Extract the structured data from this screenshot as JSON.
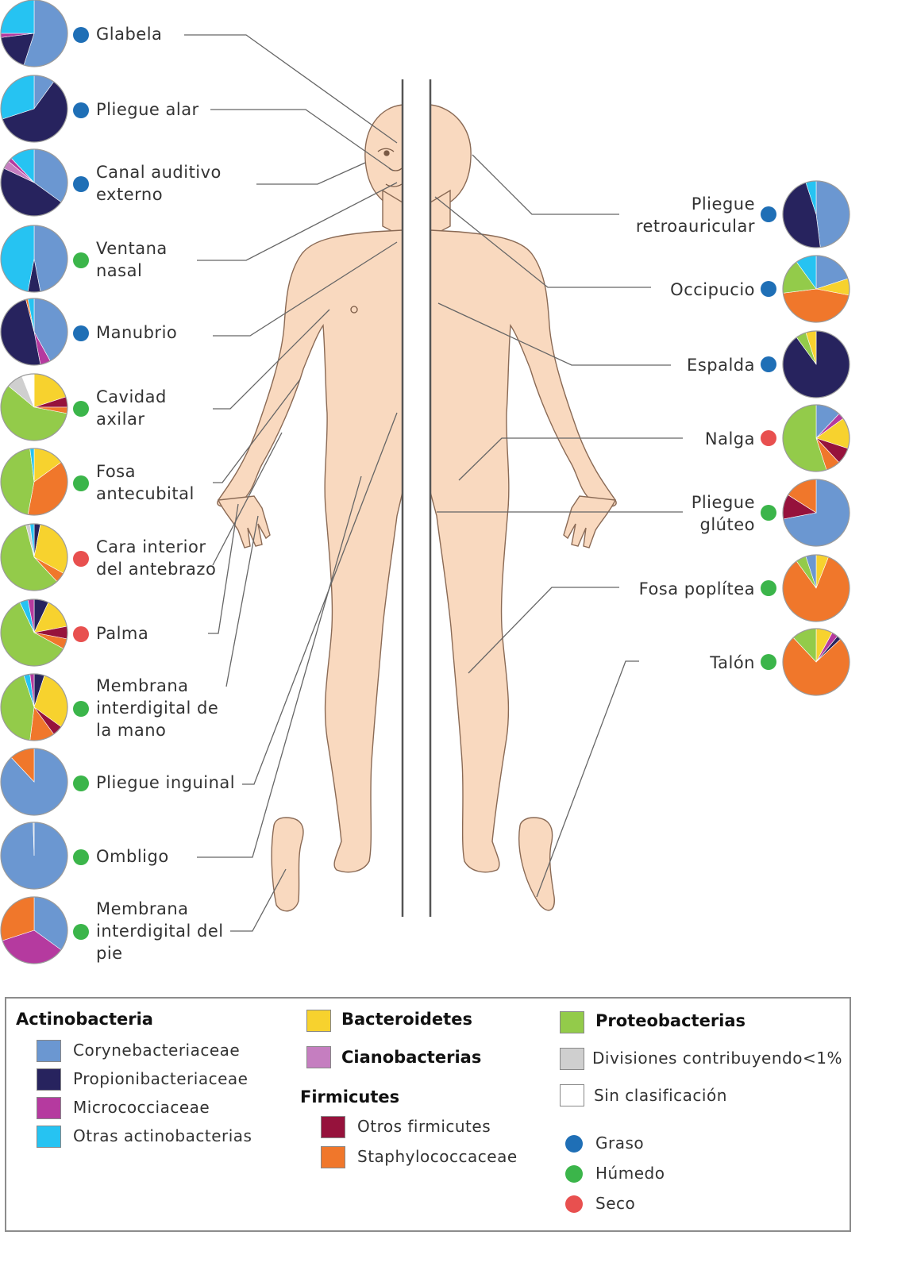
{
  "palette": {
    "corynebacteriaceae": "#6b97d1",
    "propionibacteriaceae": "#27235e",
    "micrococciaceae": "#b53a9f",
    "otras_actinobacterias": "#26c3f2",
    "bacteroidetes": "#f7d22e",
    "cianobacterias": "#c57ec0",
    "otros_firmicutes": "#96123c",
    "staphylococcaceae": "#f0772b",
    "proteobacterias": "#93cb4a",
    "divisiones_menores": "#cfcfcf",
    "sin_clasificacion": "#ffffff",
    "graso": "#1f6fb6",
    "humedo": "#3bb54a",
    "seco": "#e8504f"
  },
  "sites_left": [
    {
      "label": "Glabela",
      "type": "graso",
      "pie": [
        [
          "corynebacteriaceae",
          0.55
        ],
        [
          "propionibacteriaceae",
          0.18
        ],
        [
          "micrococciaceae",
          0.02
        ],
        [
          "otras_actinobacterias",
          0.25
        ]
      ]
    },
    {
      "label": "Pliegue alar",
      "type": "graso",
      "pie": [
        [
          "corynebacteriaceae",
          0.1
        ],
        [
          "propionibacteriaceae",
          0.6
        ],
        [
          "otras_actinobacterias",
          0.3
        ]
      ]
    },
    {
      "label": "Canal auditivo\nexterno",
      "type": "graso",
      "pie": [
        [
          "corynebacteriaceae",
          0.35
        ],
        [
          "propionibacteriaceae",
          0.47
        ],
        [
          "cianobacterias",
          0.04
        ],
        [
          "micrococciaceae",
          0.02
        ],
        [
          "otras_actinobacterias",
          0.12
        ]
      ]
    },
    {
      "label": "Ventana\nnasal",
      "type": "humedo",
      "pie": [
        [
          "corynebacteriaceae",
          0.47
        ],
        [
          "propionibacteriaceae",
          0.06
        ],
        [
          "otras_actinobacterias",
          0.47
        ]
      ]
    },
    {
      "label": "Manubrio",
      "type": "graso",
      "pie": [
        [
          "corynebacteriaceae",
          0.42
        ],
        [
          "micrococciaceae",
          0.05
        ],
        [
          "propionibacteriaceae",
          0.49
        ],
        [
          "staphylococcaceae",
          0.01
        ],
        [
          "otras_actinobacterias",
          0.03
        ]
      ]
    },
    {
      "label": "Cavidad\naxilar",
      "type": "humedo",
      "pie": [
        [
          "bacteroidetes",
          0.2
        ],
        [
          "otros_firmicutes",
          0.05
        ],
        [
          "staphylococcaceae",
          0.03
        ],
        [
          "proteobacterias",
          0.58
        ],
        [
          "divisiones_menores",
          0.08
        ],
        [
          "sin_clasificacion",
          0.06
        ]
      ]
    },
    {
      "label": "Fosa\nantecubital",
      "type": "humedo",
      "pie": [
        [
          "bacteroidetes",
          0.15
        ],
        [
          "staphylococcaceae",
          0.38
        ],
        [
          "proteobacterias",
          0.45
        ],
        [
          "otras_actinobacterias",
          0.02
        ]
      ]
    },
    {
      "label": "Cara interior\ndel antebrazo",
      "type": "seco",
      "pie": [
        [
          "propionibacteriaceae",
          0.03
        ],
        [
          "bacteroidetes",
          0.3
        ],
        [
          "staphylococcaceae",
          0.05
        ],
        [
          "proteobacterias",
          0.58
        ],
        [
          "divisiones_menores",
          0.02
        ],
        [
          "otras_actinobacterias",
          0.02
        ]
      ]
    },
    {
      "label": "Palma",
      "type": "seco",
      "pie": [
        [
          "propionibacteriaceae",
          0.07
        ],
        [
          "bacteroidetes",
          0.15
        ],
        [
          "otros_firmicutes",
          0.06
        ],
        [
          "staphylococcaceae",
          0.05
        ],
        [
          "proteobacterias",
          0.6
        ],
        [
          "otras_actinobacterias",
          0.04
        ],
        [
          "micrococciaceae",
          0.03
        ]
      ]
    },
    {
      "label": "Membrana\ninterdigital de\nla mano",
      "type": "humedo",
      "pie": [
        [
          "propionibacteriaceae",
          0.05
        ],
        [
          "bacteroidetes",
          0.3
        ],
        [
          "otros_firmicutes",
          0.05
        ],
        [
          "staphylococcaceae",
          0.12
        ],
        [
          "proteobacterias",
          0.43
        ],
        [
          "otras_actinobacterias",
          0.03
        ],
        [
          "micrococciaceae",
          0.02
        ]
      ]
    },
    {
      "label": "Pliegue inguinal",
      "type": "humedo",
      "pie": [
        [
          "corynebacteriaceae",
          0.88
        ],
        [
          "staphylococcaceae",
          0.12
        ]
      ]
    },
    {
      "label": "Ombligo",
      "type": "humedo",
      "pie": [
        [
          "corynebacteriaceae",
          0.995
        ],
        [
          "divisiones_menores",
          0.005
        ]
      ]
    },
    {
      "label": "Membrana\ninterdigital del\npie",
      "type": "humedo",
      "pie": [
        [
          "corynebacteriaceae",
          0.35
        ],
        [
          "micrococciaceae",
          0.35
        ],
        [
          "staphylococcaceae",
          0.3
        ]
      ]
    }
  ],
  "sites_right": [
    {
      "label": "Pliegue\nretroauricular",
      "type": "graso",
      "pie": [
        [
          "corynebacteriaceae",
          0.48
        ],
        [
          "propionibacteriaceae",
          0.47
        ],
        [
          "otras_actinobacterias",
          0.05
        ]
      ]
    },
    {
      "label": "Occipucio",
      "type": "graso",
      "pie": [
        [
          "corynebacteriaceae",
          0.2
        ],
        [
          "bacteroidetes",
          0.08
        ],
        [
          "staphylococcaceae",
          0.45
        ],
        [
          "proteobacterias",
          0.17
        ],
        [
          "otras_actinobacterias",
          0.1
        ]
      ]
    },
    {
      "label": "Espalda",
      "type": "graso",
      "pie": [
        [
          "propionibacteriaceae",
          0.9
        ],
        [
          "proteobacterias",
          0.05
        ],
        [
          "bacteroidetes",
          0.05
        ]
      ]
    },
    {
      "label": "Nalga",
      "type": "seco",
      "pie": [
        [
          "corynebacteriaceae",
          0.12
        ],
        [
          "micrococciaceae",
          0.03
        ],
        [
          "bacteroidetes",
          0.15
        ],
        [
          "otros_firmicutes",
          0.08
        ],
        [
          "staphylococcaceae",
          0.07
        ],
        [
          "proteobacterias",
          0.55
        ]
      ]
    },
    {
      "label": "Pliegue\nglúteo",
      "type": "humedo",
      "pie": [
        [
          "corynebacteriaceae",
          0.72
        ],
        [
          "otros_firmicutes",
          0.12
        ],
        [
          "staphylococcaceae",
          0.16
        ]
      ]
    },
    {
      "label": "Fosa poplítea",
      "type": "humedo",
      "pie": [
        [
          "bacteroidetes",
          0.06
        ],
        [
          "staphylococcaceae",
          0.84
        ],
        [
          "proteobacterias",
          0.05
        ],
        [
          "corynebacteriaceae",
          0.05
        ]
      ]
    },
    {
      "label": "Talón",
      "type": "humedo",
      "pie": [
        [
          "bacteroidetes",
          0.08
        ],
        [
          "micrococciaceae",
          0.03
        ],
        [
          "propionibacteriaceae",
          0.02
        ],
        [
          "staphylococcaceae",
          0.75
        ],
        [
          "proteobacterias",
          0.12
        ]
      ]
    }
  ],
  "legend": {
    "actinobacteria": {
      "title": "Actinobacteria",
      "items": [
        {
          "key": "corynebacteriaceae",
          "label": "Corynebacteriaceae"
        },
        {
          "key": "propionibacteriaceae",
          "label": "Propionibacteriaceae"
        },
        {
          "key": "micrococciaceae",
          "label": "Micrococciaceae"
        },
        {
          "key": "otras_actinobacterias",
          "label": "Otras actinobacterias"
        }
      ]
    },
    "bacteroidetes": {
      "key": "bacteroidetes",
      "label": "Bacteroidetes"
    },
    "cianobacterias": {
      "key": "cianobacterias",
      "label": "Cianobacterias"
    },
    "firmicutes": {
      "title": "Firmicutes",
      "items": [
        {
          "key": "otros_firmicutes",
          "label": "Otros firmicutes"
        },
        {
          "key": "staphylococcaceae",
          "label": "Staphylococcaceae"
        }
      ]
    },
    "proteobacterias": {
      "key": "proteobacterias",
      "label": "Proteobacterias"
    },
    "divisiones": {
      "key": "divisiones_menores",
      "label": "Divisiones contribuyendo<1%"
    },
    "sin_clasificacion": {
      "key": "sin_clasificacion",
      "label": "Sin clasificación"
    },
    "environments": [
      {
        "key": "graso",
        "label": "Graso"
      },
      {
        "key": "humedo",
        "label": "Húmedo"
      },
      {
        "key": "seco",
        "label": "Seco"
      }
    ]
  }
}
